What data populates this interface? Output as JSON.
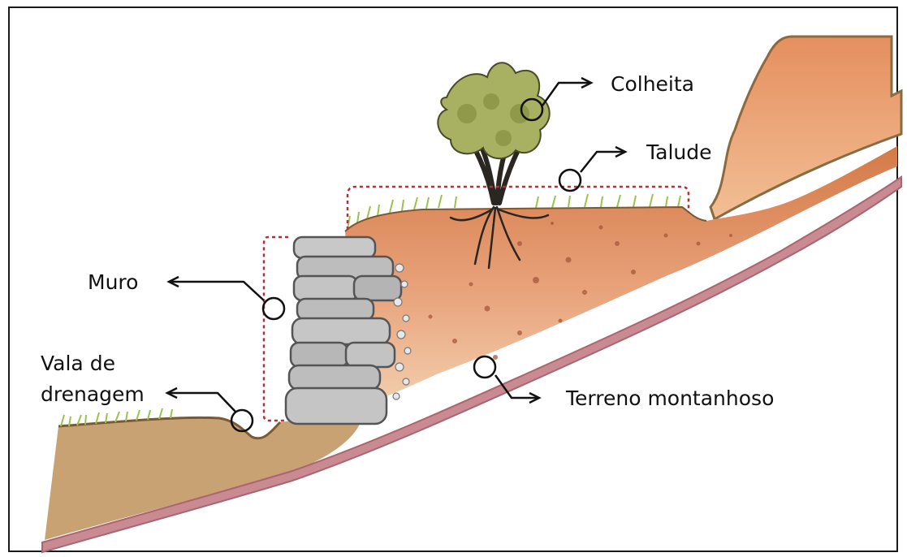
{
  "labels": {
    "colheita": "Colheita",
    "talude": "Talude",
    "muro": "Muro",
    "vala_line1": "Vala de",
    "vala_line2": "drenagem",
    "terreno": "Terreno montanhoso"
  },
  "colors": {
    "lower_soil": "#c9a274",
    "terrace_soil_top": "#d47a48",
    "terrace_soil_bottom": "#f0c6a0",
    "rock_band": "#c98a92",
    "stone": "#b9b9b9",
    "grass": "#b6d36a",
    "foliage": "#a8b061",
    "trunk": "#2a2622",
    "dotted_marker": "#b0303a"
  }
}
